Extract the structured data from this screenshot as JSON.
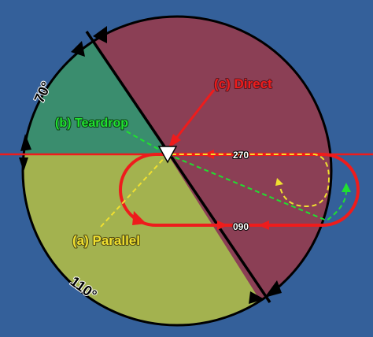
{
  "colors": {
    "background": "#34609a",
    "direct_sector": "#8b3f55",
    "teardrop_sector": "#3a8d6e",
    "parallel_sector": "#a3b24f",
    "red_line": "#ee1c1c",
    "yellow_dashed": "#f0e030",
    "green_dashed": "#20e030",
    "black_line": "#000000"
  },
  "labels": {
    "direct": "(c) Direct",
    "teardrop": "(b) Teardrop",
    "parallel": "(a) Parallel",
    "angle_70": "70°",
    "angle_110": "110°",
    "heading_270": "270",
    "heading_090": "090"
  },
  "icons": {
    "fix": "holding-fix-triangle-icon"
  }
}
